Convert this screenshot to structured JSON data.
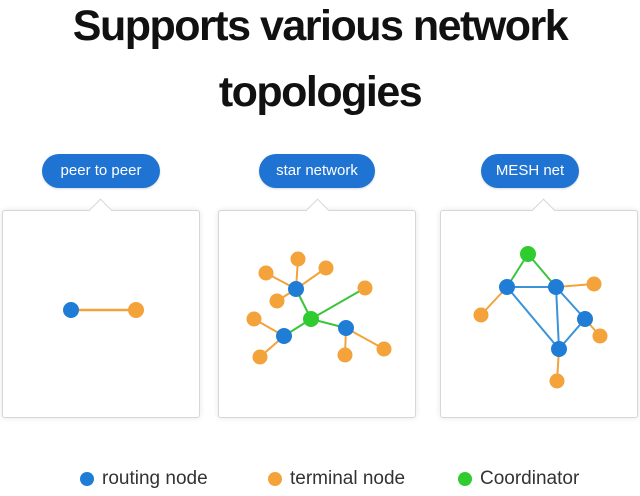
{
  "title": {
    "line1": "Supports various network",
    "line2": "topologies"
  },
  "colors": {
    "routing": "#1f7dd6",
    "terminal": "#f4a23a",
    "coordinator": "#2ecc2e",
    "pill": "#1f73d3",
    "link_orange": "#f4a23a",
    "link_blue": "#3a93d8",
    "link_green": "#3cc43c"
  },
  "panels": [
    {
      "label": "peer to peer"
    },
    {
      "label": "star network"
    },
    {
      "label": "MESH net"
    }
  ],
  "legend": [
    {
      "label": "routing node",
      "type": "routing"
    },
    {
      "label": "terminal node",
      "type": "terminal"
    },
    {
      "label": "Coordinator",
      "type": "coordinator"
    }
  ]
}
